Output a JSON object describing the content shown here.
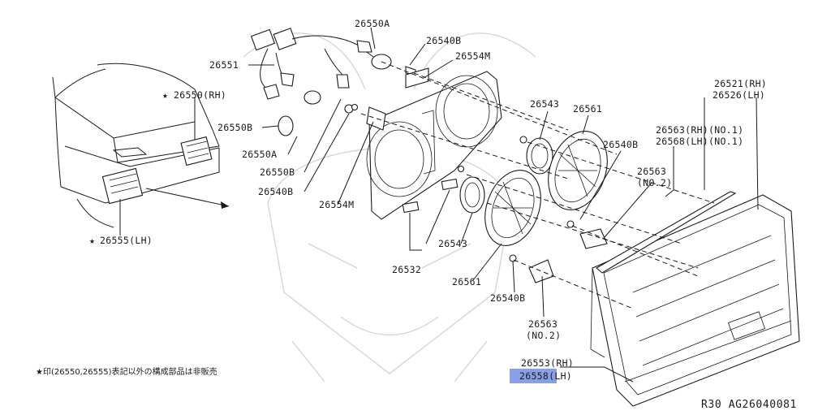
{
  "labels": {
    "l26550a_top": "26550A",
    "l26540b_top": "26540B",
    "l26554m_top": "26554M",
    "l26551": "26551",
    "l26550rh": "26550(RH)",
    "l26550b": "26550B",
    "l26550a_mid": "26550A",
    "l26550b_mid": "26550B",
    "l26540b_left": "26540B",
    "l26554m_mid": "26554M",
    "l26555lh": "26555(LH)",
    "l26543_top": "26543",
    "l26561_top": "26561",
    "l26540b_right": "26540B",
    "l26521": "26521(RH)",
    "l26526": "26526(LH)",
    "l26563rh": "26563(RH)(NO.1)",
    "l26568lh": "26568(LH)(NO.1)",
    "l26563_mid": "26563",
    "l26563_no2_mid": "(NO.2)",
    "l26543_bot": "26543",
    "l26532": "26532",
    "l26561_bot": "26561",
    "l26540b_bot": "26540B",
    "l26563_bot": "26563",
    "l26563_no2_bot": "(NO.2)",
    "l26553rh": "26553(RH)",
    "l26558lh": "26558(LH)"
  },
  "stars": {
    "star_rh": "★",
    "star_lh": "★"
  },
  "footnote": "★印(26550,26555)表記以外の構成部品は非販売",
  "diagram_code": "R30   AG26040081",
  "highlight_color": "#8aa0e6"
}
